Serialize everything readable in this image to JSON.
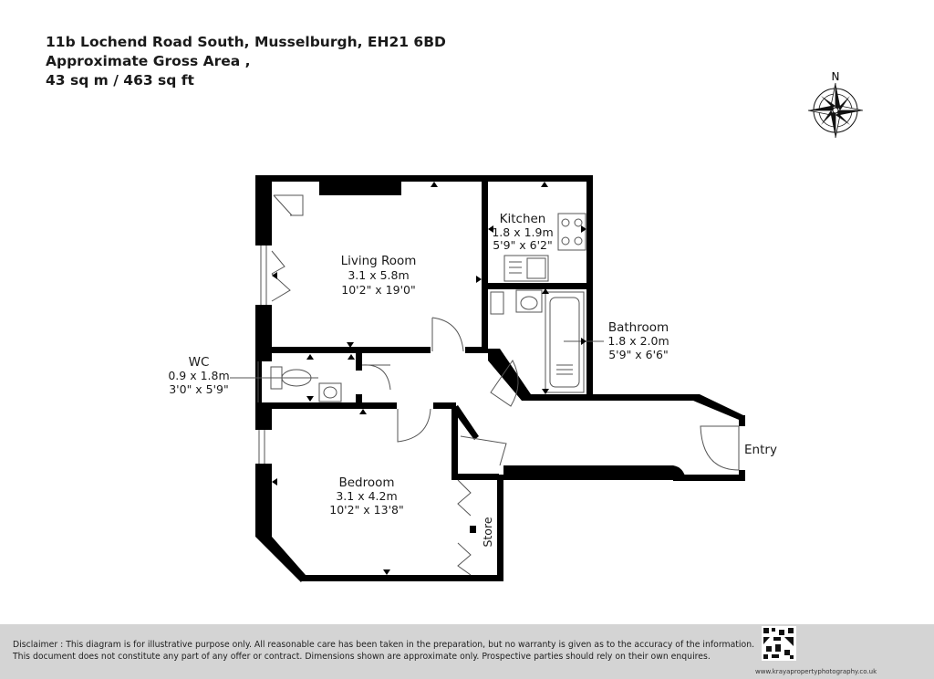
{
  "header": {
    "address_line": "11b Lochend Road South, Musselburgh, EH21 6BD",
    "area_label": "Approximate Gross Area ,",
    "area_value": "43 sq m / 463 sq ft"
  },
  "compass": {
    "north_label": "N"
  },
  "rooms": {
    "living_room": {
      "name": "Living Room",
      "metric": "3.1 x 5.8m",
      "imperial": "10'2\" x 19'0\""
    },
    "kitchen": {
      "name": "Kitchen",
      "metric": "1.8 x 1.9m",
      "imperial": "5'9\" x 6'2\""
    },
    "bathroom": {
      "name": "Bathroom",
      "metric": "1.8 x 2.0m",
      "imperial": "5'9\" x 6'6\""
    },
    "wc": {
      "name": "WC",
      "metric": "0.9 x 1.8m",
      "imperial": "3'0\" x 5'9\""
    },
    "bedroom": {
      "name": "Bedroom",
      "metric": "3.1 x 4.2m",
      "imperial": "10'2\" x 13'8\""
    },
    "store": {
      "name": "Store"
    },
    "entry": {
      "name": "Entry"
    }
  },
  "footer": {
    "disclaimer_line1": "Disclaimer : This diagram is for illustrative purpose only. All reasonable care has been taken in the preparation, but no warranty is given as to the accuracy of the information.",
    "disclaimer_line2": "This document does not constitute any part of any offer or contract. Dimensions shown are approximate only. Prospective parties should rely on their own enquires.",
    "logo_url": "www.krayapropertyphotography.co.uk"
  },
  "colors": {
    "wall": "#000000",
    "footer_bg": "#d4d4d4",
    "fixture": "#555555"
  }
}
